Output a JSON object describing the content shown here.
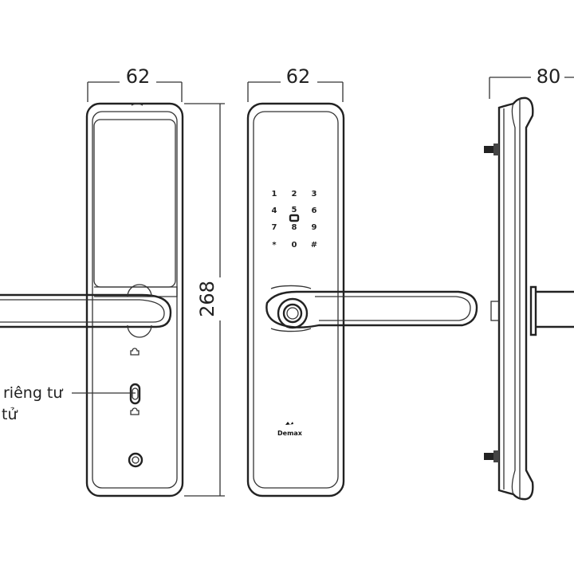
{
  "dimensions": {
    "width_back": "62",
    "width_front": "62",
    "height": "268",
    "depth": "80"
  },
  "keypad": {
    "keys": [
      "1",
      "2",
      "3",
      "4",
      "5",
      "6",
      "7",
      "8",
      "9",
      "*",
      "0",
      "#"
    ]
  },
  "labels": {
    "privacy_line1": "riêng tư",
    "privacy_line2": "tử"
  },
  "brand": {
    "logo_text": "Demax"
  }
}
